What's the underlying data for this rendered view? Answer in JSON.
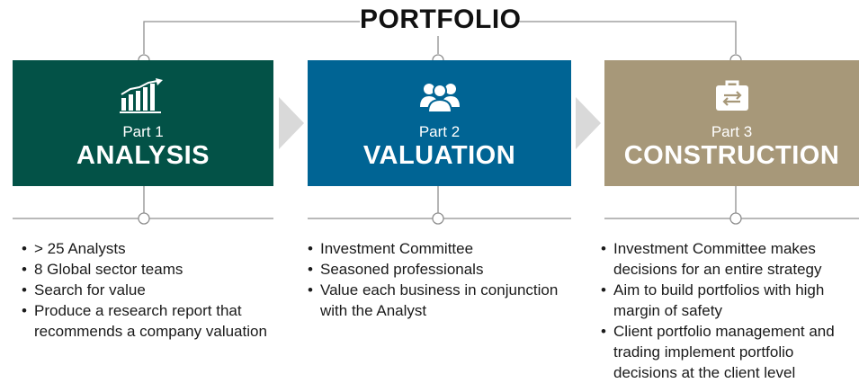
{
  "title": "PORTFOLIO",
  "colors": {
    "analysis": "#035247",
    "valuation": "#006494",
    "construction": "#a79879",
    "connector": "#8f8f8f",
    "chevron": "#d9d9d9"
  },
  "stages": [
    {
      "icon": "bar-chart-growth-icon",
      "part_label": "Part 1",
      "heading": "ANALYSIS",
      "bullets": [
        "> 25 Analysts",
        "8 Global sector teams",
        "Search for value",
        "Produce a research report that recommends a company valuation"
      ]
    },
    {
      "icon": "people-group-icon",
      "part_label": "Part 2",
      "heading": "VALUATION",
      "bullets": [
        "Investment Committee",
        "Seasoned professionals",
        "Value each business in conjunction with the Analyst"
      ]
    },
    {
      "icon": "briefcase-exchange-icon",
      "part_label": "Part 3",
      "heading": "CONSTRUCTION",
      "bullets": [
        "Investment Committee makes decisions for an entire strategy",
        "Aim to build portfolios with high margin of safety",
        "Client portfolio management and trading implement portfolio decisions at the client level"
      ]
    }
  ]
}
